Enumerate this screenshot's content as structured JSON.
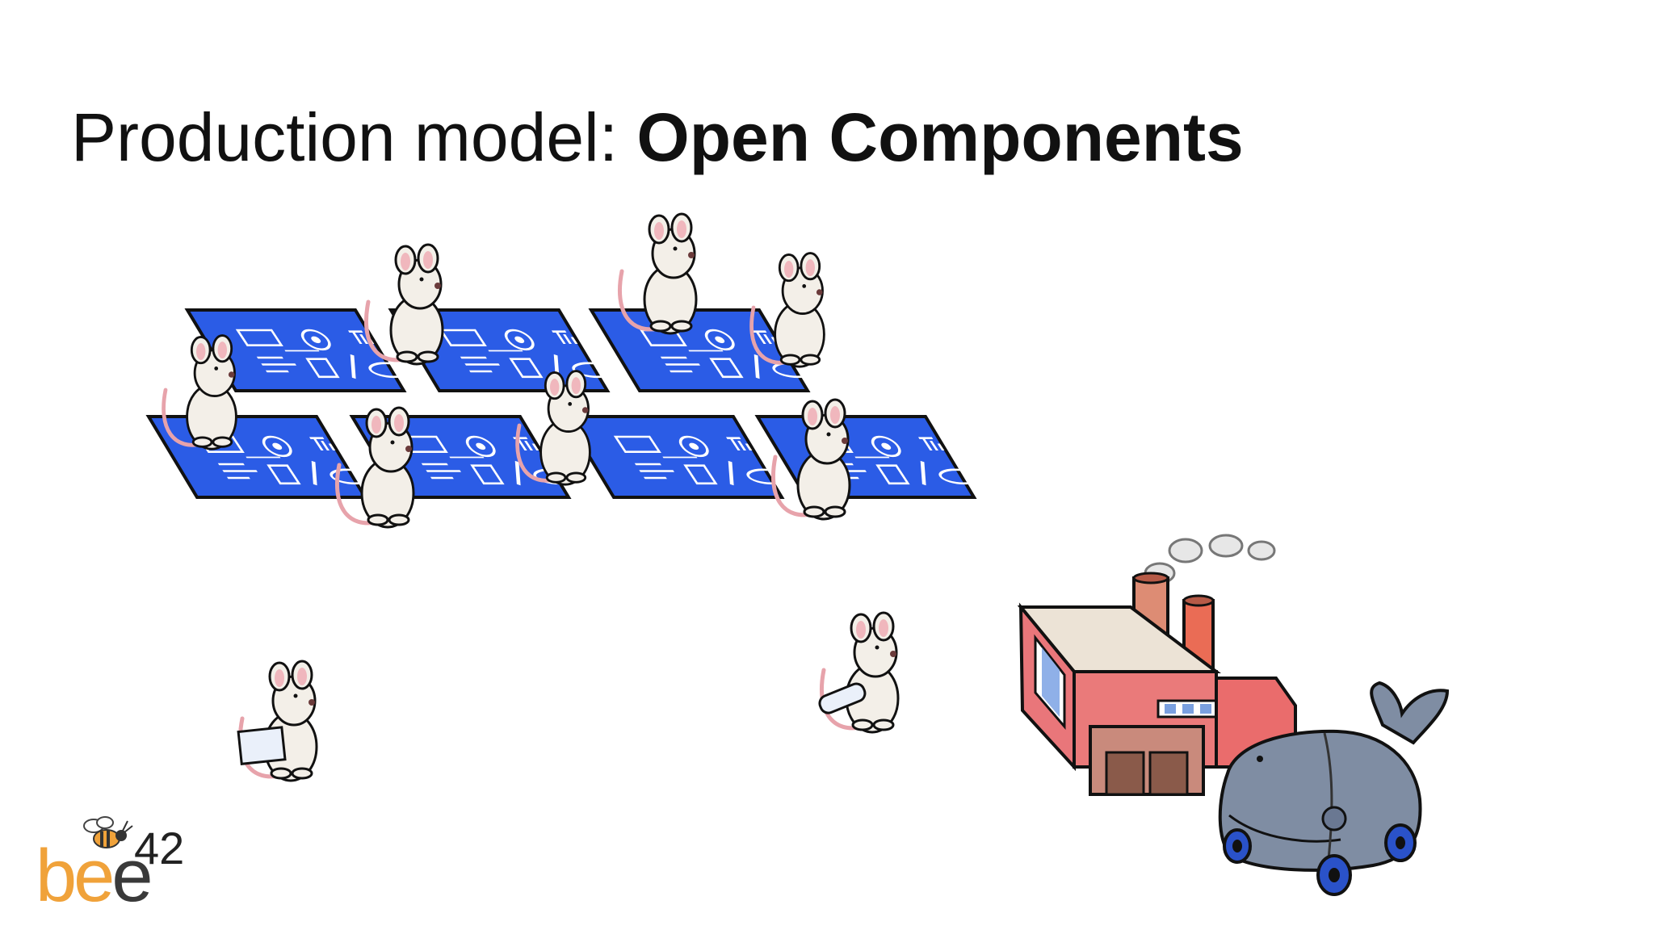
{
  "title": {
    "prefix": "Production model: ",
    "emphasis": "Open Components"
  },
  "illustration": {
    "blueprint_color": "#2b5ce6",
    "blueprint_line": "#ffffff",
    "mouse_fill": "#f3efe8",
    "mouse_ear": "#f0b7bd",
    "factory_wall": "#e9767a",
    "factory_roof": "#ece3d6",
    "chimney_color": "#dd8c74",
    "whale_body": "#7f8da3",
    "wheel_color": "#2a52c9"
  },
  "logo": {
    "word_b": "b",
    "word_e1": "e",
    "word_e2": "e",
    "superscript": "42",
    "accent": "#f0a23a"
  }
}
